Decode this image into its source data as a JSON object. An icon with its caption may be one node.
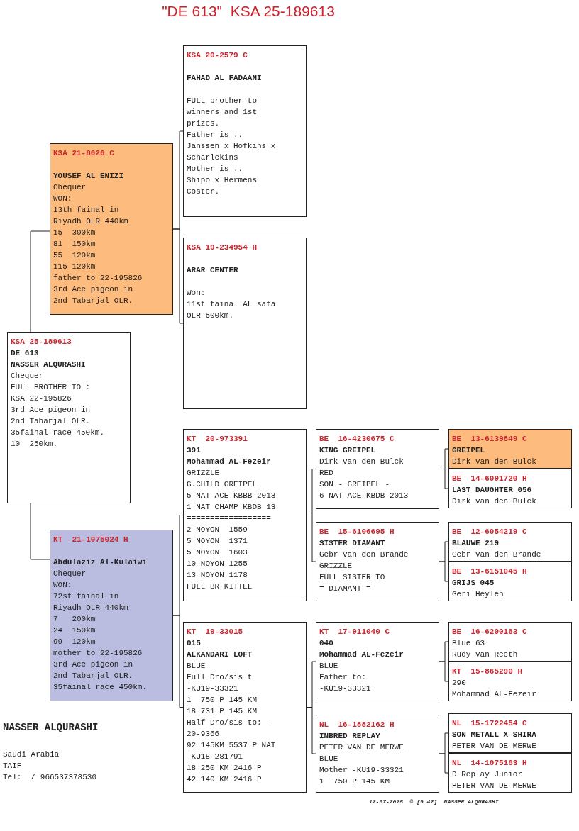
{
  "diagram": {
    "title": "\"DE 613\"  KSA 25-189613",
    "nodes": [
      {
        "text": [
          "KSA 25-189613",
          "DE 613",
          "NASSER ALQURASHI",
          "Chequer",
          "FULL BROTHER TO :",
          "KSA 22-195826",
          "3rd Ace pigeon in",
          "2nd Tabarjal OLR.",
          "35fainal race 450km.",
          "10  250km."
        ]
      },
      {
        "text": [
          "KSA 21-8026 C",
          "YOUSEF AL ENIZI",
          "Chequer",
          "WON:",
          "13th fainal in",
          "Riyadh OLR 440km",
          "15  300km",
          "81  150km",
          "55  120km",
          "115 120km",
          "father to 22-195826",
          "3rd Ace pigeon in",
          "2nd Tabarjal OLR."
        ]
      },
      {
        "text": [
          "KT  21-1075024 H",
          "Abdulaziz Al-Kulaiwi",
          "Chequer",
          "WON:",
          "72st fainal in",
          "Riyadh OLR 440km",
          "7   200km",
          "24  150km",
          "99  120km",
          "mother to 22-195826",
          "3rd Ace pigeon in",
          "2nd Tabarjal OLR.",
          "35fainal race 450km."
        ]
      },
      {
        "text": [
          "KSA 20-2579 C",
          "FAHAD AL FADAANI",
          "FULL brother to",
          "winners and 1st",
          "prizes.",
          "Father is ..",
          "Janssen x Hofkins x",
          "Scharlekins",
          "Mother is ..",
          "Shipo x Hermens",
          "Coster."
        ]
      },
      {
        "text": [
          "KSA 19-234954 H",
          "ARAR CENTER",
          "Won:",
          "11st fainal AL safa",
          "OLR 500km."
        ]
      },
      {
        "text": [
          "KT  20-973391",
          "391",
          "Mohammad AL-Fezeir",
          "GRIZZLE",
          "G.CHILD GREIPEL",
          "5 NAT ACE KBBB 2013",
          "1 NAT CHAMP KBDB 13",
          "==================",
          "2 NOYON  1559",
          "5 NOYON  1371",
          "5 NOYON  1603",
          "10 NOYON 1255",
          "13 NOYON 1178",
          "FULL BR KITTEL"
        ]
      },
      {
        "text": [
          "KT  19-33015",
          "015",
          "ALKANDARI LOFT",
          "BLUE",
          "Full Dro/sis t",
          "-KU19-33321",
          "1  750 P 145 KM",
          "18 731 P 145 KM",
          "Half Dro/sis to: -",
          "20-9366",
          "92 145KM 5537 P NAT",
          "-KU18-281791",
          "18 250 KM 2416 P",
          "42 140 KM 2416 P"
        ]
      },
      {
        "text": [
          "BE  16-4230675 C",
          "KING GREIPEL",
          "Dirk van den Bulck",
          "RED",
          "SON - GREIPEL -",
          "6 NAT ACE KBDB 2013"
        ]
      },
      {
        "text": [
          "BE  15-6106695 H",
          "SISTER DIAMANT",
          "Gebr van den Brande",
          "GRIZZLE",
          "FULL SISTER TO",
          "= DIAMANT ="
        ]
      },
      {
        "text": [
          "KT  17-911040 C",
          "040",
          "Mohammad AL-Fezeir",
          "BLUE",
          "Father to:",
          "-KU19-33321"
        ]
      },
      {
        "text": [
          "NL  16-1882162 H",
          "INBRED REPLAY",
          "PETER VAN DE MERWE",
          "BLUE",
          "Mother -KU19-33321",
          "1  750 P 145 KM"
        ]
      },
      {
        "text": [
          "BE  13-6139849 C",
          "GREIPEL",
          "Dirk van den Bulck"
        ]
      },
      {
        "text": [
          "BE  14-6091720 H",
          "LAST DAUGHTER 056",
          "Dirk van den Bulck"
        ]
      },
      {
        "text": [
          "BE  12-6054219 C",
          "BLAUWE 219",
          "Gebr van den Brande"
        ]
      },
      {
        "text": [
          "BE  13-6151045 H",
          "GRIJS 045",
          "Geri Heylen"
        ]
      },
      {
        "text": [
          "BE  16-6200163 C",
          "Blue 63",
          "Rudy van Reeth"
        ]
      },
      {
        "text": [
          "KT  15-865290 H",
          "290",
          "Mohammad AL-Fezeir"
        ]
      },
      {
        "text": [
          "NL  15-1722454 C",
          "SON METALL X SHIRA",
          "PETER VAN DE MERWE"
        ]
      },
      {
        "text": [
          "NL  14-1075163 H",
          "D Replay Junior",
          "PETER VAN DE MERWE"
        ]
      }
    ],
    "edges": [
      {
        "from": 0,
        "to": 1,
        "arrow": "none"
      },
      {
        "from": 0,
        "to": 2,
        "arrow": "none"
      },
      {
        "from": 1,
        "to": 3,
        "arrow": "none"
      },
      {
        "from": 1,
        "to": 4,
        "arrow": "none"
      },
      {
        "from": 2,
        "to": 5,
        "arrow": "none"
      },
      {
        "from": 2,
        "to": 6,
        "arrow": "none"
      },
      {
        "from": 5,
        "to": 7,
        "arrow": "none"
      },
      {
        "from": 5,
        "to": 8,
        "arrow": "none"
      },
      {
        "from": 6,
        "to": 9,
        "arrow": "none"
      },
      {
        "from": 6,
        "to": 10,
        "arrow": "none"
      },
      {
        "from": 7,
        "to": 11,
        "arrow": "none"
      },
      {
        "from": 7,
        "to": 12,
        "arrow": "none"
      },
      {
        "from": 8,
        "to": 13,
        "arrow": "none"
      },
      {
        "from": 8,
        "to": 14,
        "arrow": "none"
      },
      {
        "from": 9,
        "to": 15,
        "arrow": "none"
      },
      {
        "from": 9,
        "to": 16,
        "arrow": "none"
      },
      {
        "from": 10,
        "to": 17,
        "arrow": "none"
      },
      {
        "from": 10,
        "to": 18,
        "arrow": "none"
      }
    ],
    "labels": [
      "NASSER ALQURASHI",
      "Saudi Arabia",
      "TAIF",
      "Tel:  / 966537378530",
      "12-07-2025  © [9.42]  NASSER ALQURASHI"
    ]
  }
}
